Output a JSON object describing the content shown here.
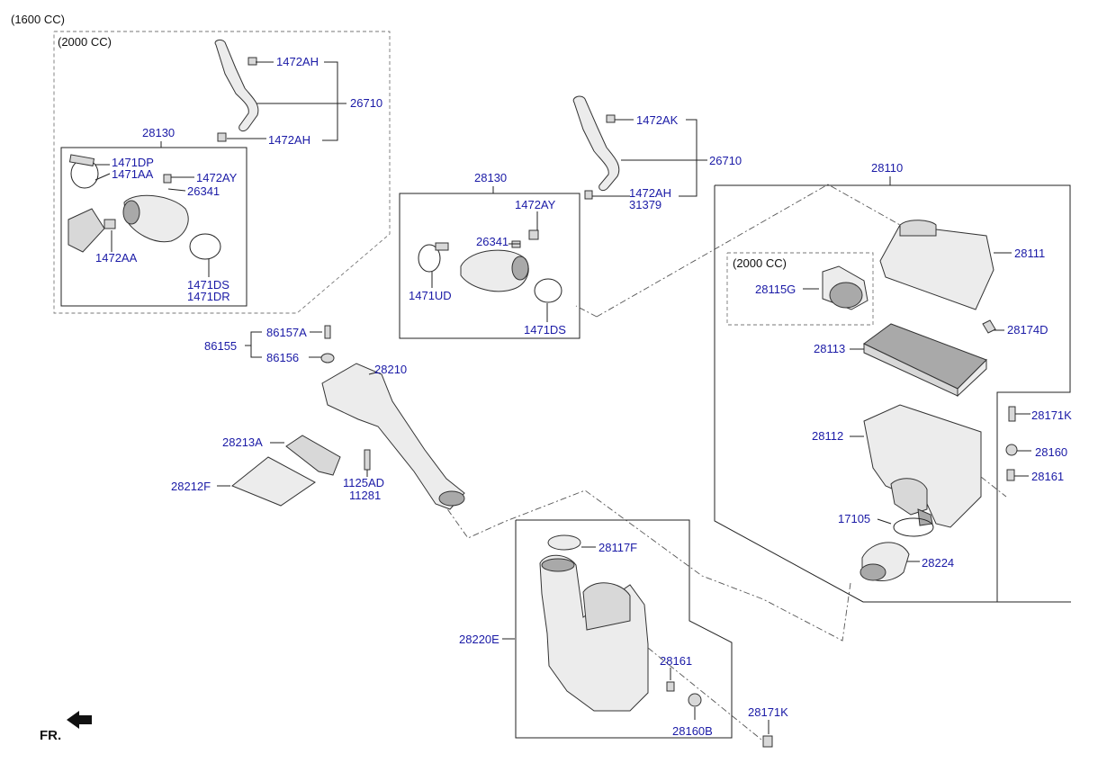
{
  "header": {
    "variant_1600": "(1600 CC)",
    "variant_2000_a": "(2000 CC)",
    "variant_2000_b": "(2000 CC)",
    "direction": "FR."
  },
  "labels": {
    "l_1472AH_a": "1472AH",
    "l_26710_a": "26710",
    "l_1472AH_b": "1472AH",
    "l_28130_a": "28130",
    "l_1471DP": "1471DP",
    "l_1471AA": "1471AA",
    "l_1472AY_a": "1472AY",
    "l_26341_a": "26341",
    "l_1472AA": "1472AA",
    "l_1471DS_a": "1471DS",
    "l_1471DR": "1471DR",
    "l_1472AK": "1472AK",
    "l_26710_b": "26710",
    "l_1472AH_c": "1472AH",
    "l_31379": "31379",
    "l_28130_b": "28130",
    "l_1472AY_b": "1472AY",
    "l_26341_b": "26341",
    "l_1471UD": "1471UD",
    "l_1471DS_b": "1471DS",
    "l_28110": "28110",
    "l_28111": "28111",
    "l_28115G": "28115G",
    "l_28174D": "28174D",
    "l_28113": "28113",
    "l_28171K_a": "28171K",
    "l_28112": "28112",
    "l_28160": "28160",
    "l_28161_a": "28161",
    "l_17105": "17105",
    "l_28224": "28224",
    "l_86157A": "86157A",
    "l_86155": "86155",
    "l_86156": "86156",
    "l_28210": "28210",
    "l_28213A": "28213A",
    "l_28212F": "28212F",
    "l_1125AD": "1125AD",
    "l_11281": "11281",
    "l_28117F": "28117F",
    "l_28220E": "28220E",
    "l_28161_b": "28161",
    "l_28160B": "28160B",
    "l_28171K_b": "28171K"
  },
  "colors": {
    "label_text": "#1a1aa6",
    "line": "#222222",
    "part_fill": "#d8d8d8"
  },
  "icons": {
    "direction_arrow": "arrow-left-icon"
  }
}
